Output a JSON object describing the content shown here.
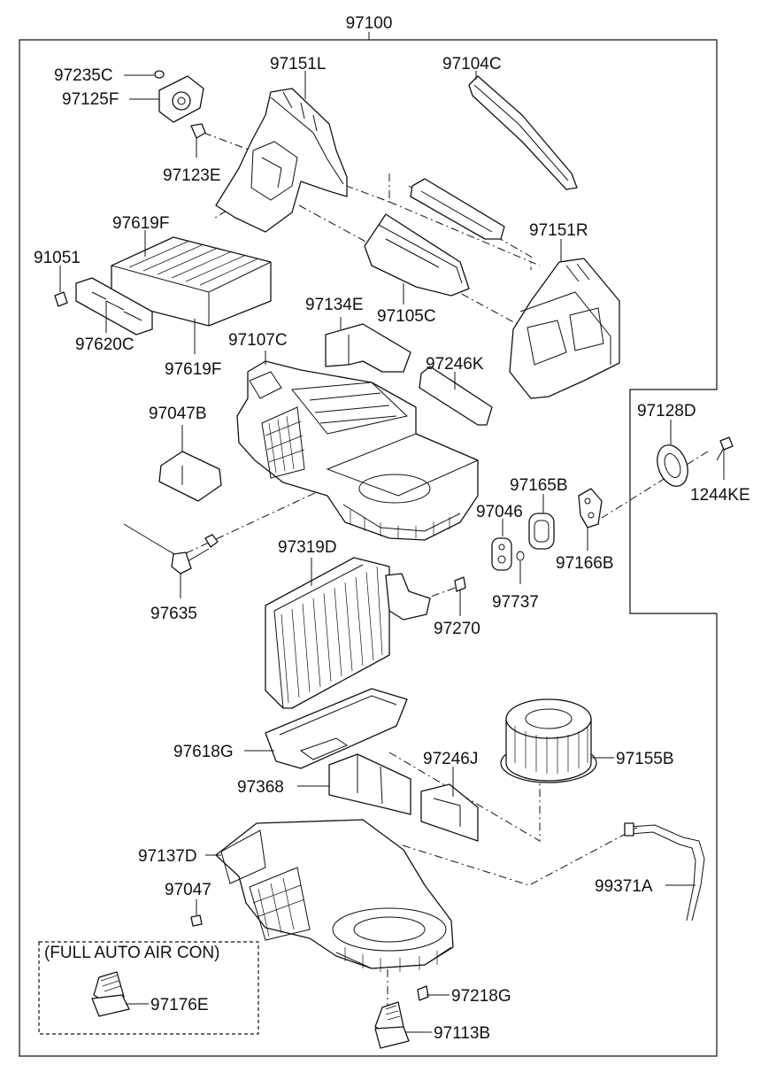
{
  "diagram": {
    "assembly_label": "97100",
    "note_label": "(FULL AUTO AIR CON)",
    "parts": {
      "p97235C": "97235C",
      "p97125F": "97125F",
      "p97123E": "97123E",
      "p97151L": "97151L",
      "p97104C": "97104C",
      "p97619F_top": "97619F",
      "p91051": "91051",
      "p97620C": "97620C",
      "p97619F_bottom": "97619F",
      "p97151R": "97151R",
      "p97134E": "97134E",
      "p97105C": "97105C",
      "p97107C": "97107C",
      "p97246K": "97246K",
      "p97047B": "97047B",
      "p97128D": "97128D",
      "p1244KE": "1244KE",
      "p97165B": "97165B",
      "p97046": "97046",
      "p97166B": "97166B",
      "p97737": "97737",
      "p97319D": "97319D",
      "p97635": "97635",
      "p97270": "97270",
      "p97618G": "97618G",
      "p97155B": "97155B",
      "p97246J": "97246J",
      "p97368": "97368",
      "p97137D": "97137D",
      "p99371A": "99371A",
      "p97047": "97047",
      "p97176E": "97176E",
      "p97218G": "97218G",
      "p97113B": "97113B"
    }
  }
}
